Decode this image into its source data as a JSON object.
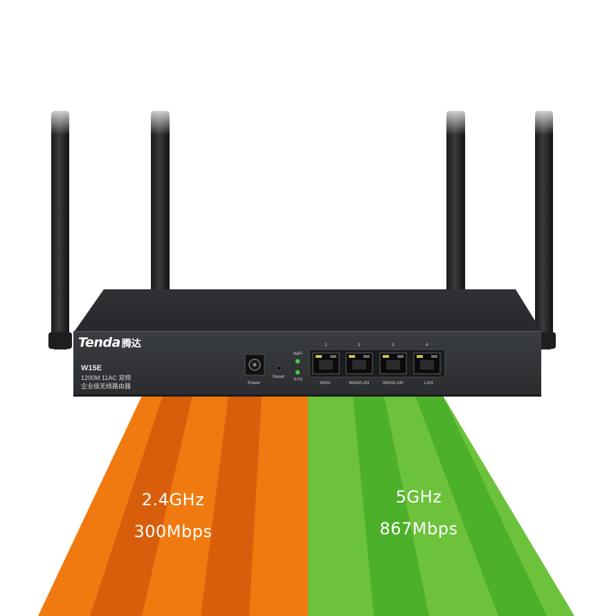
{
  "brand": {
    "logo": "Tenda",
    "logo_cn": "腾达"
  },
  "device": {
    "model": "W15E",
    "spec_line": "1200M 11AC 双频",
    "desc_line": "企业级无线路由器"
  },
  "panel": {
    "power_label": "Power",
    "reset_label": "Reset",
    "wifi_led_label": "WiFi",
    "sys_led_label": "SYS",
    "ports": [
      {
        "number": "1",
        "label": "WAN"
      },
      {
        "number": "2",
        "label": "WAN/LAN"
      },
      {
        "number": "3",
        "label": "WAN/LAN"
      },
      {
        "number": "4",
        "label": "LAN"
      }
    ]
  },
  "bands": [
    {
      "frequency": "2.4GHz",
      "speed": "300Mbps",
      "color": "#f07a10"
    },
    {
      "frequency": "5GHz",
      "speed": "867Mbps",
      "color": "#6cc23a"
    }
  ],
  "colors": {
    "chassis": "#2b2e31",
    "led_green": "#3fd23a",
    "orange_dark": "#d95e0c",
    "green_dark": "#4db02a"
  }
}
